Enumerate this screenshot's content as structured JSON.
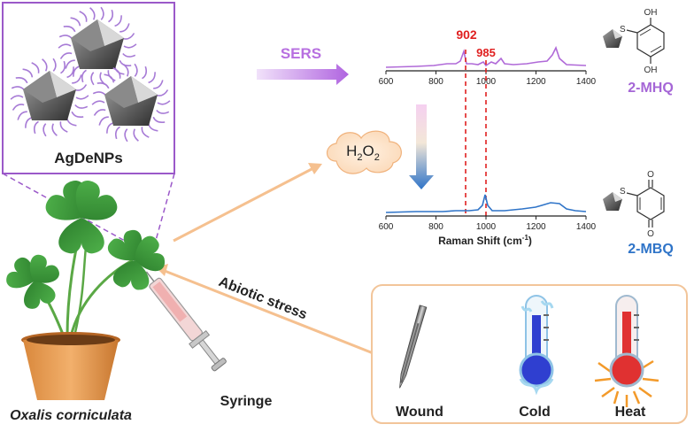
{
  "nanoparticle_box": {
    "label": "AgDeNPs",
    "border_color": "#9b59c9"
  },
  "sers_arrow": {
    "label": "SERS",
    "color": "#b76fe0"
  },
  "h2o2_cloud": {
    "label_main": "H",
    "label_sub1": "2",
    "label_mid": "O",
    "label_sub2": "2"
  },
  "spectrum_top": {
    "peak_labels": [
      "902",
      "985"
    ],
    "ticks": [
      "600",
      "800",
      "1000",
      "1200",
      "1400"
    ],
    "color": "#b06ad8"
  },
  "spectrum_bottom": {
    "ticks": [
      "600",
      "800",
      "1000",
      "1200",
      "1400"
    ],
    "axis_label": "Raman Shift (cm",
    "axis_label_sup": "-1",
    "axis_label_end": ")",
    "color": "#2f74c8"
  },
  "molecules": {
    "top": {
      "label": "2-MHQ",
      "atom_s": "S",
      "atom_oh_top": "OH",
      "atom_oh_bottom": "OH",
      "color": "#a566d6"
    },
    "bottom": {
      "label": "2-MBQ",
      "atom_s": "S",
      "atom_o_top": "O",
      "atom_o_bottom": "O",
      "color": "#2f74c8"
    }
  },
  "plant": {
    "label": "Oxalis corniculata"
  },
  "syringe": {
    "label": "Syringe"
  },
  "stress": {
    "label": "Abiotic stress",
    "items": [
      {
        "label": "Wound"
      },
      {
        "label": "Cold"
      },
      {
        "label": "Heat"
      }
    ],
    "box_color": "#f2c59a"
  },
  "colors": {
    "arrow_orange": "#f5c08f",
    "dash_red": "#e02020",
    "peak_red": "#e02020"
  }
}
